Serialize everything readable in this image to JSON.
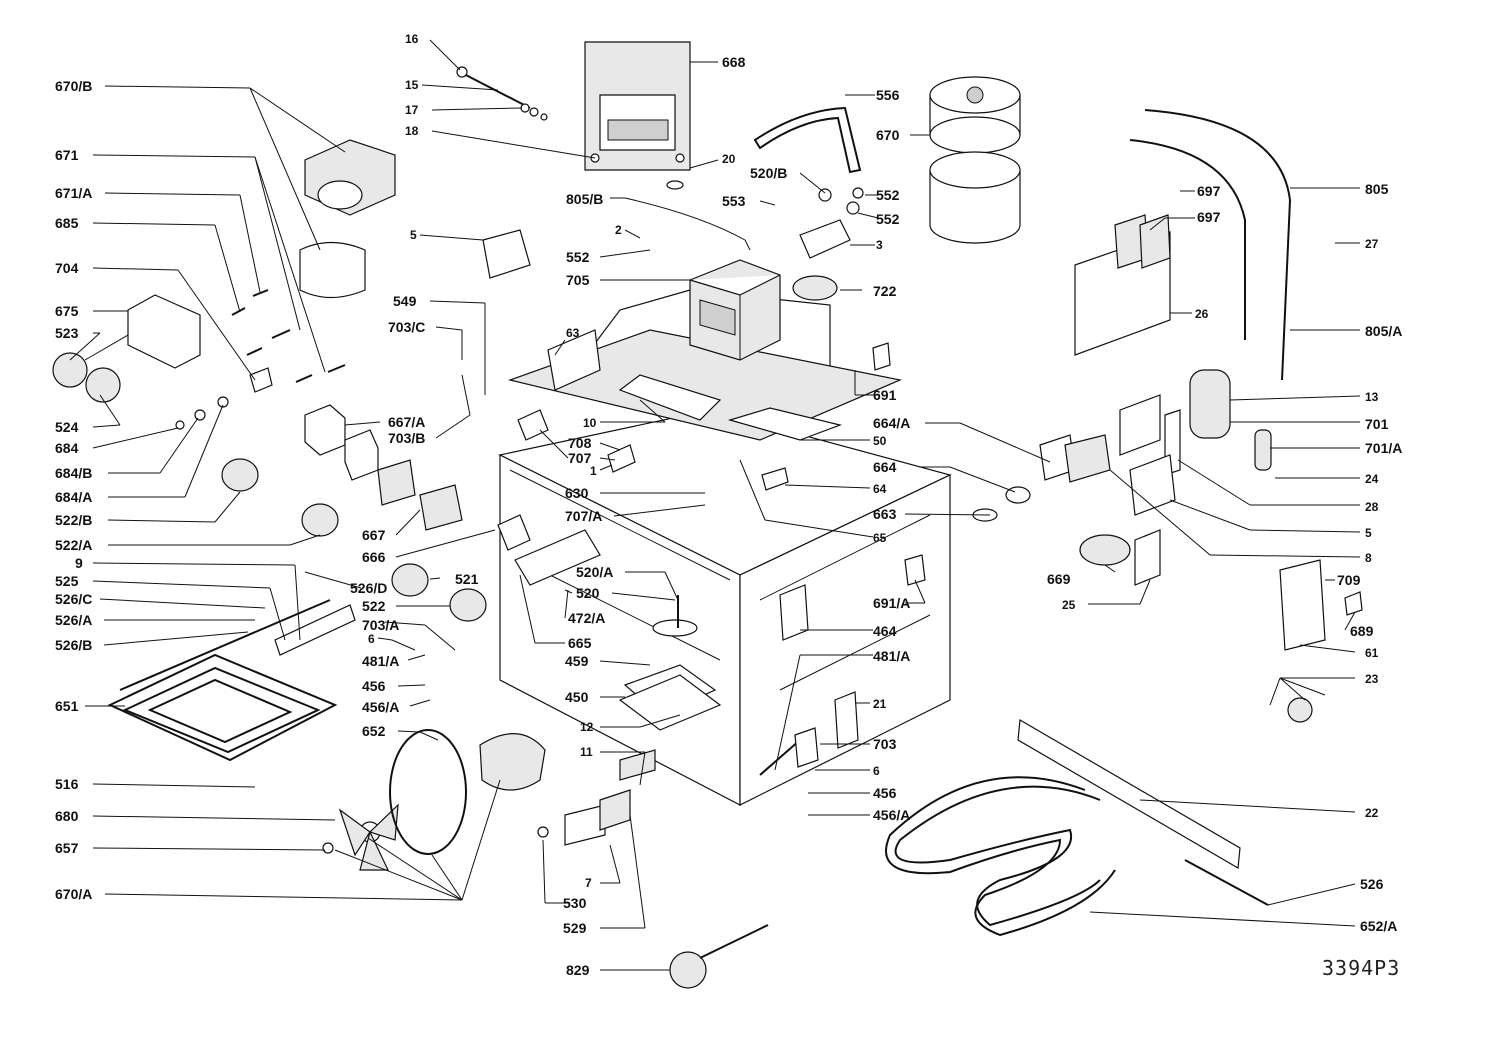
{
  "diagram": {
    "reference": "3394P3",
    "labels": [
      "16",
      "15",
      "17",
      "18",
      "668",
      "20",
      "805/B",
      "670/B",
      "671",
      "671/A",
      "685",
      "704",
      "675",
      "523",
      "524",
      "684",
      "684/B",
      "684/A",
      "522/B",
      "522/A",
      "9",
      "525",
      "526/C",
      "526/A",
      "526/B",
      "651",
      "516",
      "680",
      "657",
      "670/A",
      "5",
      "2",
      "552",
      "705",
      "63",
      "549",
      "703/C",
      "703/B",
      "10",
      "708",
      "707",
      "1",
      "630",
      "707/A",
      "667/A",
      "667",
      "666",
      "521",
      "522",
      "526/D",
      "520/A",
      "520",
      "472/A",
      "665",
      "703/A",
      "6",
      "481/A",
      "456",
      "456/A",
      "652",
      "459",
      "450",
      "12",
      "11",
      "7",
      "530",
      "529",
      "829",
      "556",
      "670",
      "520/B",
      "552",
      "553",
      "552",
      "3",
      "722",
      "691",
      "50",
      "664/A",
      "664",
      "64",
      "663",
      "65",
      "691/A",
      "669",
      "25",
      "464",
      "481/A",
      "21",
      "703",
      "6",
      "456",
      "456/A",
      "697",
      "697",
      "805",
      "27",
      "26",
      "805/A",
      "13",
      "701",
      "701/A",
      "24",
      "28",
      "5",
      "8",
      "709",
      "689",
      "61",
      "23",
      "22",
      "526",
      "652/A"
    ]
  }
}
